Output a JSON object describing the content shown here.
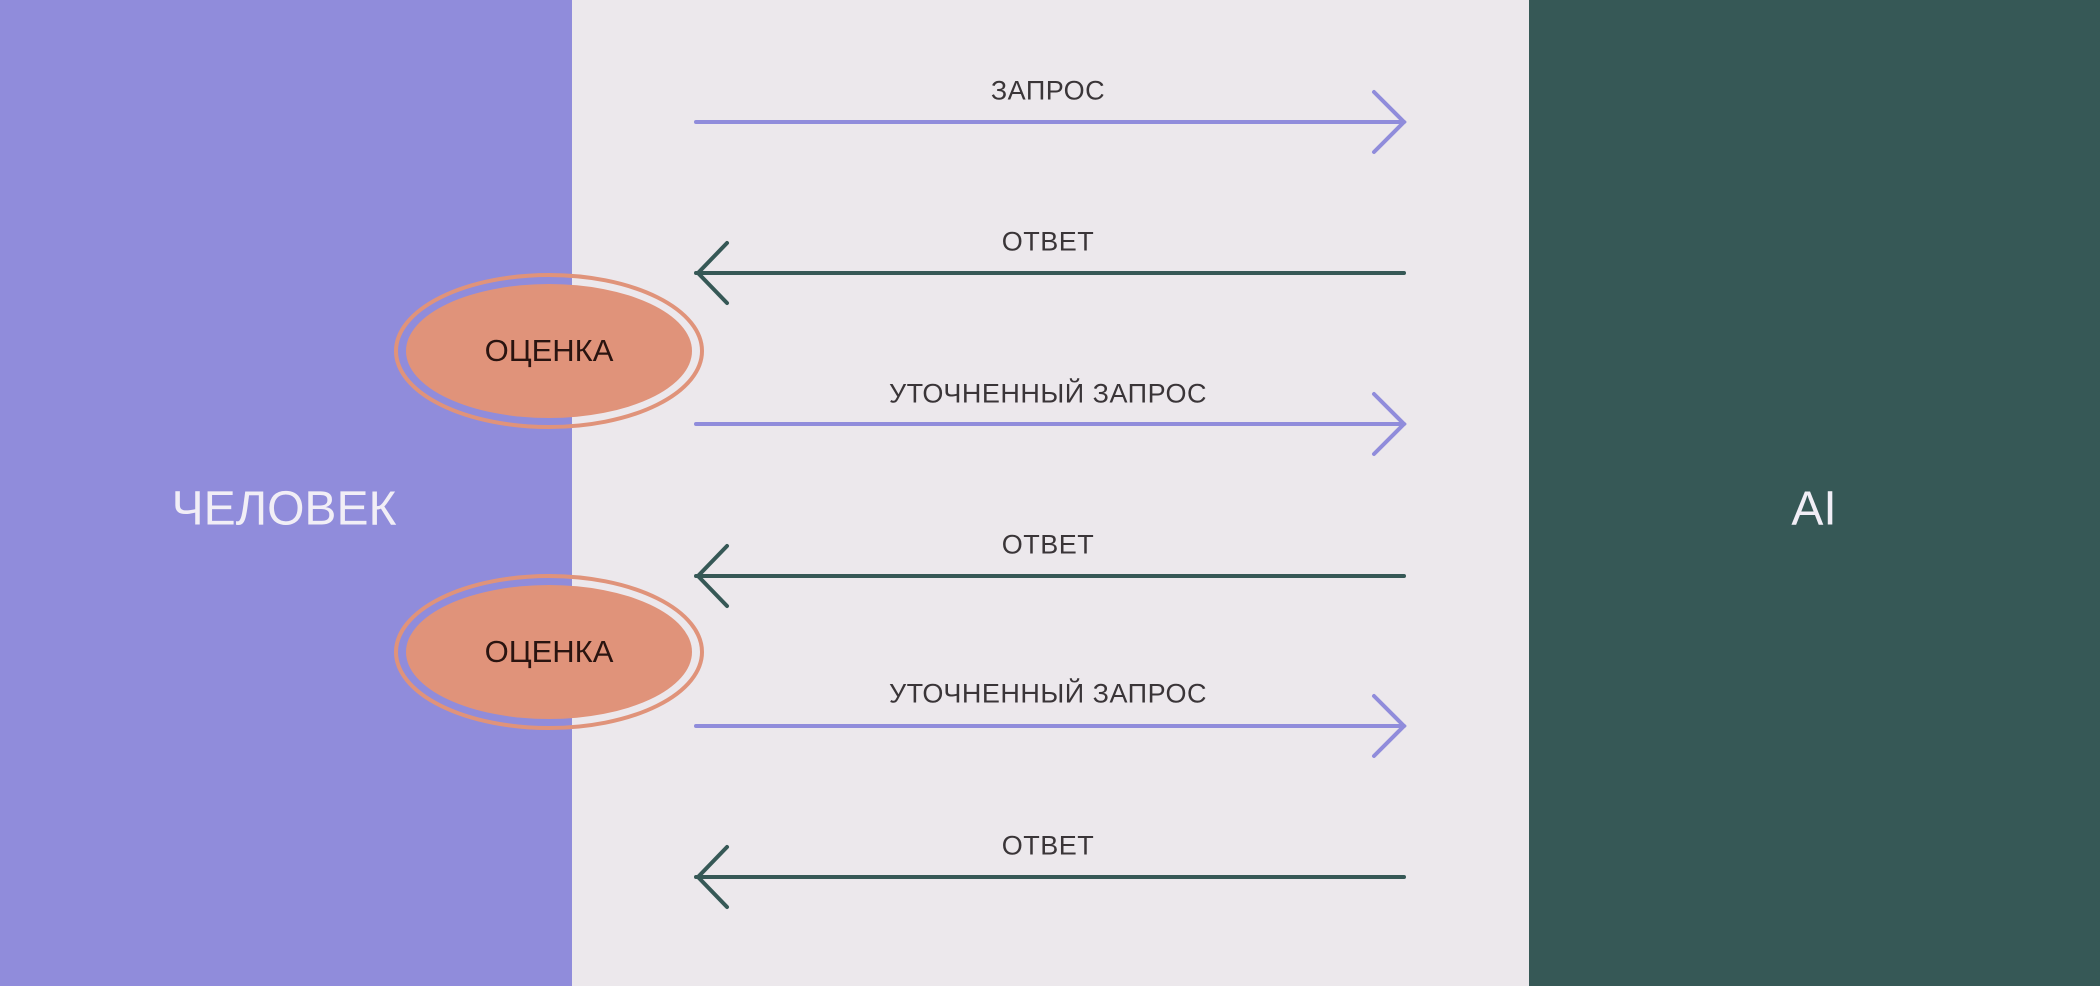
{
  "actors": {
    "human": "ЧЕЛОВЕК",
    "ai": "AI"
  },
  "messages": [
    {
      "label": "ЗАПРОС",
      "direction": "to-ai"
    },
    {
      "label": "ОТВЕТ",
      "direction": "to-human"
    },
    {
      "label": "УТОЧНЕННЫЙ ЗАПРОС",
      "direction": "to-ai"
    },
    {
      "label": "ОТВЕТ",
      "direction": "to-human"
    },
    {
      "label": "УТОЧНЕННЫЙ ЗАПРОС",
      "direction": "to-ai"
    },
    {
      "label": "ОТВЕТ",
      "direction": "to-human"
    }
  ],
  "evaluations": [
    "ОЦЕНКА",
    "ОЦЕНКА"
  ],
  "colors": {
    "human": "#908cdb",
    "ai": "#365856",
    "background": "#ece8ec",
    "evaluation": "#e0937a",
    "request_arrow": "#908cdb",
    "response_arrow": "#365856"
  }
}
